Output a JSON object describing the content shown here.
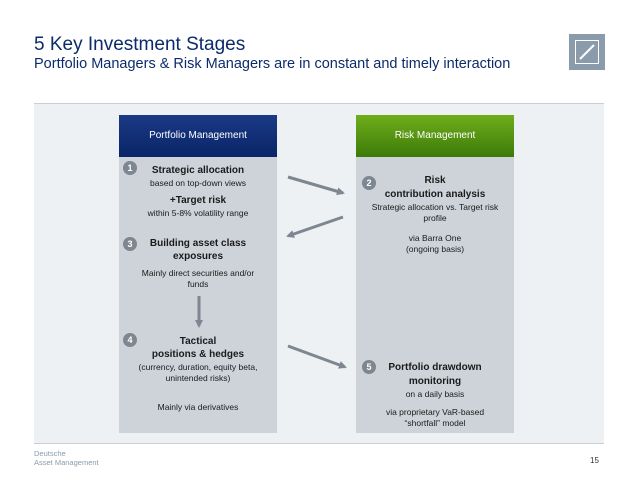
{
  "header": {
    "title": "5 Key Investment Stages",
    "subtitle": "Portfolio Managers & Risk Managers are in constant and timely interaction"
  },
  "columns": {
    "pm_title": "Portfolio Management",
    "rm_title": "Risk Management"
  },
  "stages": {
    "s1": {
      "num": "1",
      "title": "Strategic allocation",
      "line1": "based on top-down views",
      "title2": "+Target risk",
      "line2": "within 5-8% volatility range"
    },
    "s2": {
      "num": "2",
      "title_a": "Risk",
      "title_b": "contribution analysis",
      "line1": "Strategic allocation vs. Target risk",
      "line2": "profile",
      "line3": "via Barra One",
      "line4": "(ongoing basis)"
    },
    "s3": {
      "num": "3",
      "title_a": "Building asset class",
      "title_b": "exposures",
      "line1": "Mainly direct securities and/or",
      "line2": "funds"
    },
    "s4": {
      "num": "4",
      "title_a": "Tactical",
      "title_b": "positions & hedges",
      "line1": "(currency, duration, equity beta,",
      "line2": "unintended risks)",
      "line3": "Mainly via derivatives"
    },
    "s5": {
      "num": "5",
      "title_a": "Portfolio drawdown",
      "title_b": "monitoring",
      "line1": "on a daily basis",
      "line2": "via proprietary VaR-based",
      "line3": "“shortfall” model"
    }
  },
  "footer": {
    "line1": "Deutsche",
    "line2": "Asset Management",
    "page": "15"
  },
  "colors": {
    "pm_header": "#0a2568",
    "rm_header": "#3c7a0a",
    "title": "#0b2b6b",
    "badge": "#7d8691",
    "column_bg": "#cdd3d9"
  }
}
